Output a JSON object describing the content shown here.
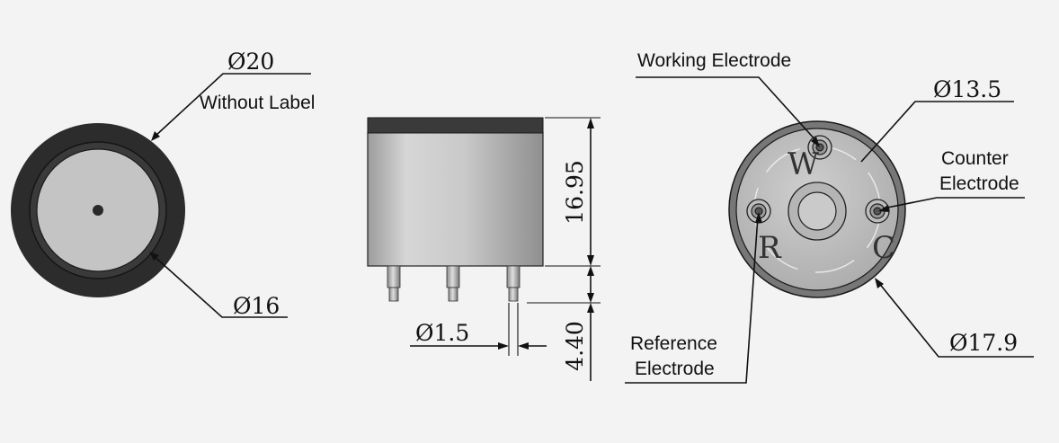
{
  "colors": {
    "background": "#f3f3f3",
    "housing_dark": "#2c2c2c",
    "face_grey": "#c4c4c4",
    "can_body": "#c8c8c8",
    "can_cap": "#3a3a3a",
    "line": "#111111"
  },
  "icons": {
    "diameter_symbol": "diameter-symbol-icon",
    "leader_arrow": "arrowhead-icon"
  },
  "left_view": {
    "outer_diameter": "Ø20",
    "label_note": "Without Label",
    "inner_diameter": "Ø16"
  },
  "side_view": {
    "height": "16.95",
    "pin_length": "4.40",
    "pin_diameter": "Ø1.5"
  },
  "right_view": {
    "working_electrode": "Working Electrode",
    "top_diameter": "Ø13.5",
    "counter_electrode_line1": "Counter",
    "counter_electrode_line2": "Electrode",
    "reference_electrode_line1": "Reference",
    "reference_electrode_line2": "Electrode",
    "bottom_diameter": "Ø17.9",
    "letter_w": "W",
    "letter_r": "R",
    "letter_c": "C"
  }
}
